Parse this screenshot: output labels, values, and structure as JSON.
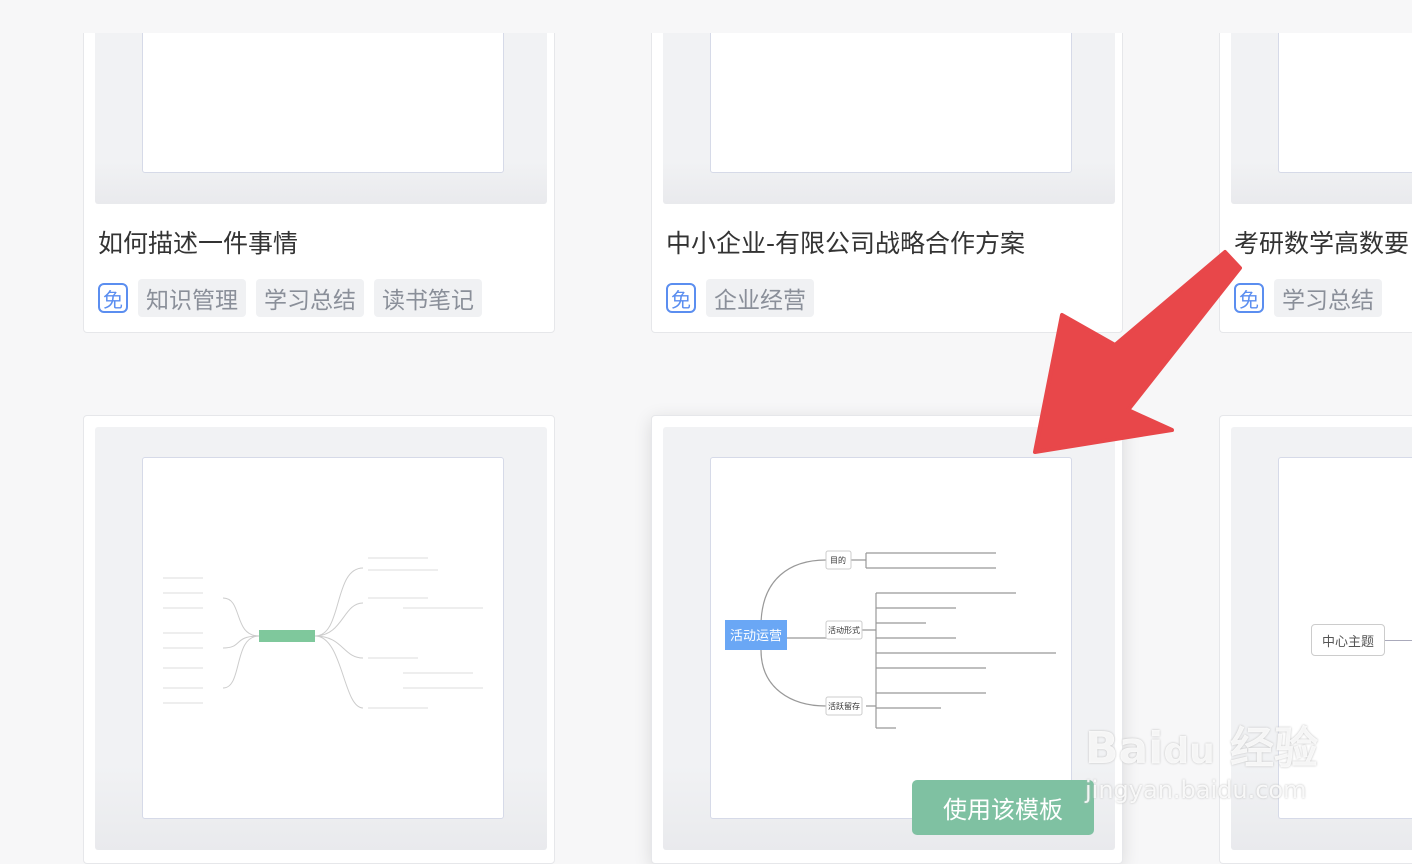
{
  "cards": [
    {
      "title": "如何描述一件事情",
      "free": "免",
      "tags": [
        "知识管理",
        "学习总结",
        "读书笔记"
      ]
    },
    {
      "title": "中小企业-有限公司战略合作方案",
      "free": "免",
      "tags": [
        "企业经营"
      ]
    },
    {
      "title": "考研数学高数要",
      "free": "免",
      "tags": [
        "学习总结"
      ]
    }
  ],
  "bottom": {
    "card2_root": "活动运营",
    "card2_branches": [
      "目的",
      "活动形式",
      "活跃留存"
    ],
    "card3_root": "中心主题",
    "use_template_label": "使用该模板"
  },
  "watermark": {
    "brand": "Bai du 经验",
    "url": "jingyan.baidu.com"
  },
  "colors": {
    "accent_green": "#7fc1a2",
    "free_blue": "#5b8ef0",
    "arrow_red": "#e8474a",
    "root_blue": "#6aa7f5"
  }
}
